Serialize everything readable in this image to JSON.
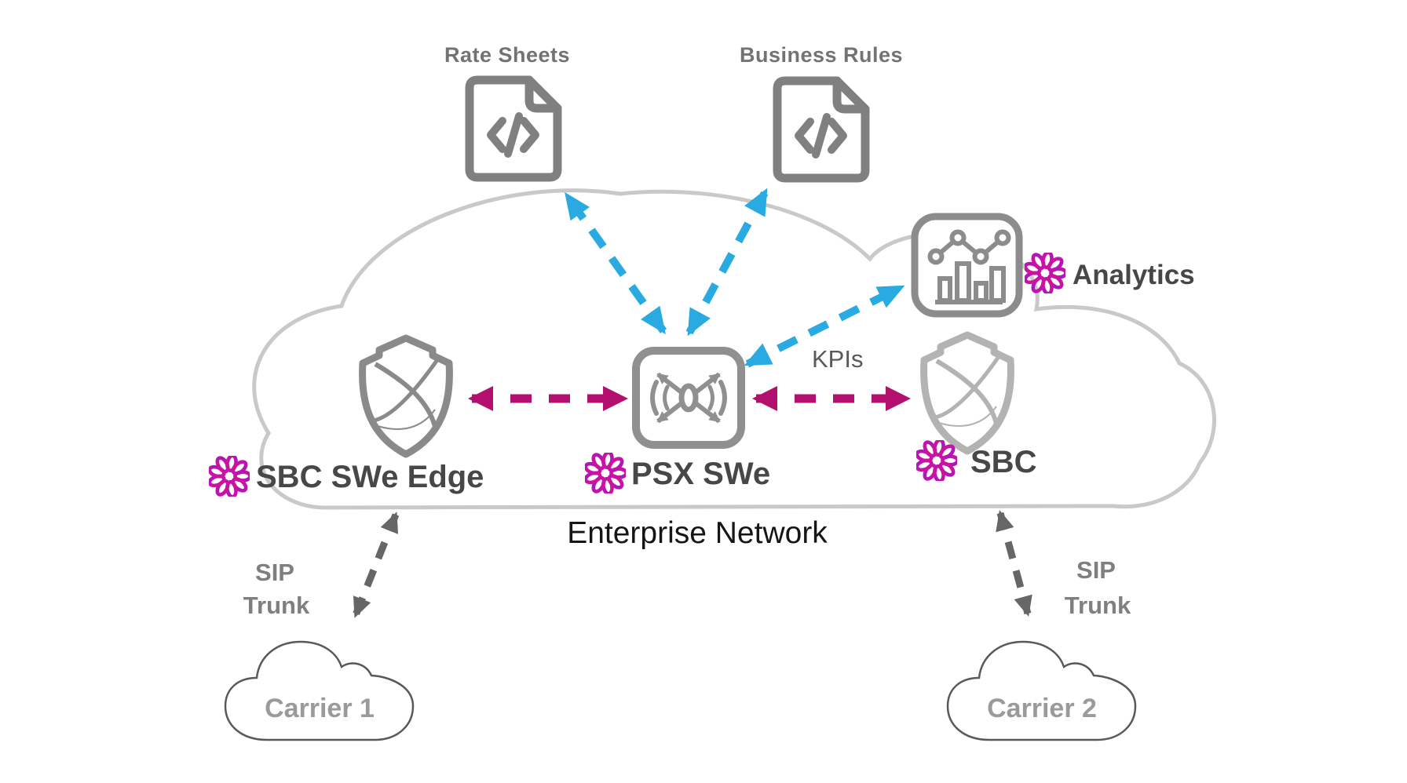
{
  "colors": {
    "blue": "#29abe2",
    "magenta": "#b30f6e",
    "gray_arrow": "#666666",
    "ribbon_start": "#ee1164",
    "ribbon_mid": "#c213b0",
    "ribbon_end": "#7a1fd0"
  },
  "documents": {
    "rate_sheets": {
      "label": "Rate Sheets"
    },
    "business_rules": {
      "label": "Business Rules"
    }
  },
  "analytics": {
    "label": "Analytics"
  },
  "kpis": {
    "label": "KPIs"
  },
  "enterprise": {
    "label": "Enterprise Network"
  },
  "nodes": {
    "edge": {
      "label": "SBC SWe Edge"
    },
    "psx": {
      "label": "PSX SWe"
    },
    "sbc": {
      "label": "SBC"
    }
  },
  "sip_left": {
    "line1": "SIP",
    "line2": "Trunk"
  },
  "sip_right": {
    "line1": "SIP",
    "line2": "Trunk"
  },
  "carriers": {
    "c1": {
      "label": "Carrier 1"
    },
    "c2": {
      "label": "Carrier 2"
    }
  }
}
